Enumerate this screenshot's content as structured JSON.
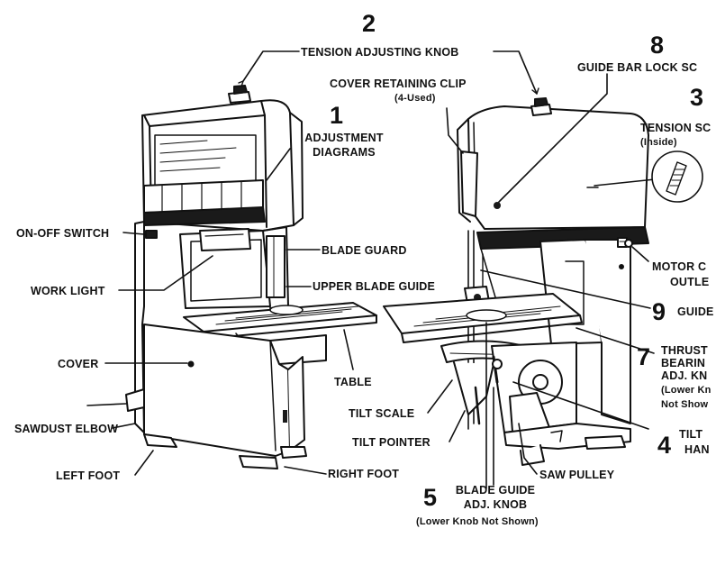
{
  "labels": {
    "tension_knob": "TENSION ADJUSTING KNOB",
    "cover_clip": "COVER RETAINING CLIP",
    "cover_clip_note": "(4-Used)",
    "guide_bar_lock": "GUIDE BAR LOCK SC",
    "tension_scale": "TENSION SC",
    "tension_scale_note": "(Inside)",
    "adjustment_diagrams_1": "ADJUSTMENT",
    "adjustment_diagrams_2": "DIAGRAMS",
    "on_off_switch": "ON-OFF SWITCH",
    "blade_guard": "BLADE GUARD",
    "work_light": "WORK LIGHT",
    "upper_blade_guide": "UPPER BLADE GUIDE",
    "cover": "COVER",
    "table": "TABLE",
    "sawdust_elbow": "SAWDUST ELBOW",
    "left_foot": "LEFT FOOT",
    "right_foot": "RIGHT FOOT",
    "tilt_scale": "TILT SCALE",
    "tilt_pointer": "TILT POINTER",
    "saw_pulley": "SAW PULLEY",
    "blade_guide_knob_1": "BLADE GUIDE",
    "blade_guide_knob_2": "ADJ. KNOB",
    "blade_guide_knob_note": "(Lower Knob Not Shown)",
    "motor_c": "MOTOR C",
    "outle": "OUTLE",
    "guide": "GUIDE",
    "thrust_1": "THRUST",
    "thrust_2": "BEARIN",
    "thrust_3": "ADJ. KN",
    "thrust_4": "(Lower Kn",
    "thrust_5": "Not Show",
    "tilt_1": "TILT",
    "tilt_2": "HAN"
  },
  "numbers": {
    "n1": "1",
    "n2": "2",
    "n3": "3",
    "n4": "4",
    "n5": "5",
    "n7": "7",
    "n8": "8",
    "n9": "9"
  }
}
